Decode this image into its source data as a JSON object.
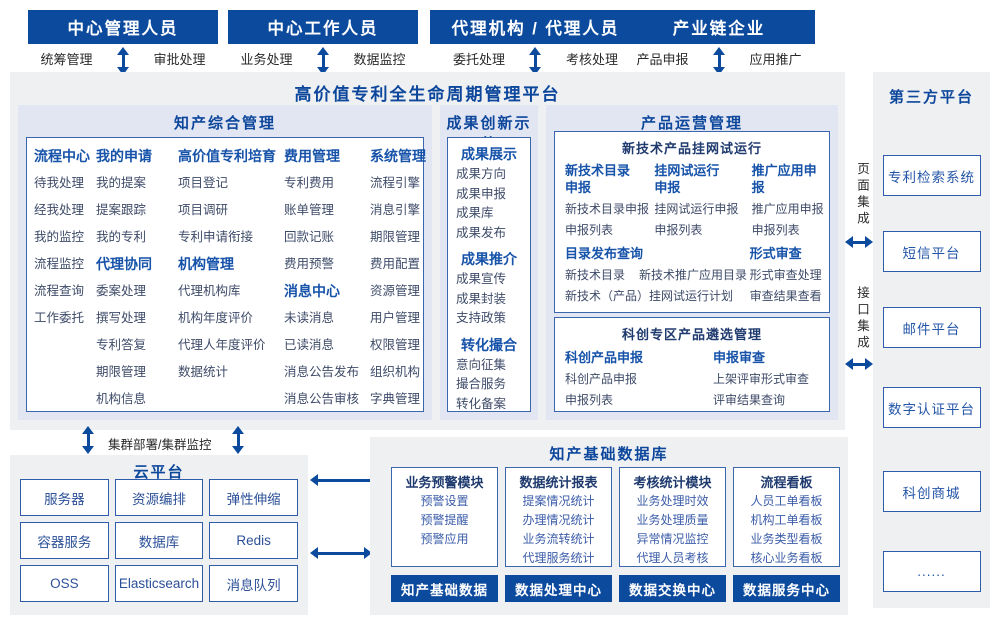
{
  "platform_title": "高价值专利全生命周期管理平台",
  "top_groups": [
    {
      "title": "中心管理人员",
      "left_label": "统筹管理",
      "right_label": "审批处理"
    },
    {
      "title": "中心工作人员",
      "left_label": "业务处理",
      "right_label": "数据监控"
    },
    {
      "title": "代理机构 / 代理人员",
      "left_label": "委托处理",
      "right_label": "考核处理"
    },
    {
      "title": "产业链企业",
      "left_label": "产品申报",
      "right_label": "应用推广"
    }
  ],
  "ip_panel": {
    "title": "知产综合管理",
    "columns": [
      {
        "entries": [
          {
            "t": "h",
            "text": "流程中心"
          },
          {
            "t": "i",
            "text": "待我处理"
          },
          {
            "t": "i",
            "text": "经我处理"
          },
          {
            "t": "i",
            "text": "我的监控"
          },
          {
            "t": "i",
            "text": "流程监控"
          },
          {
            "t": "i",
            "text": "流程查询"
          },
          {
            "t": "i",
            "text": "工作委托"
          }
        ]
      },
      {
        "entries": [
          {
            "t": "h",
            "text": "我的申请"
          },
          {
            "t": "i",
            "text": "我的提案"
          },
          {
            "t": "i",
            "text": "提案跟踪"
          },
          {
            "t": "i",
            "text": "我的专利"
          },
          {
            "t": "h",
            "text": "代理协同"
          },
          {
            "t": "i",
            "text": "委案处理"
          },
          {
            "t": "i",
            "text": "撰写处理"
          },
          {
            "t": "i",
            "text": "专利答复"
          },
          {
            "t": "i",
            "text": "期限管理"
          },
          {
            "t": "i",
            "text": "机构信息"
          }
        ]
      },
      {
        "entries": [
          {
            "t": "h",
            "text": "高价值专利培育"
          },
          {
            "t": "i",
            "text": "项目登记"
          },
          {
            "t": "i",
            "text": "项目调研"
          },
          {
            "t": "i",
            "text": "专利申请衔接"
          },
          {
            "t": "h",
            "text": "机构管理"
          },
          {
            "t": "i",
            "text": "代理机构库"
          },
          {
            "t": "i",
            "text": "机构年度评价"
          },
          {
            "t": "i",
            "text": "代理人年度评价"
          },
          {
            "t": "i",
            "text": "数据统计"
          }
        ]
      },
      {
        "entries": [
          {
            "t": "h",
            "text": "费用管理"
          },
          {
            "t": "i",
            "text": "专利费用"
          },
          {
            "t": "i",
            "text": "账单管理"
          },
          {
            "t": "i",
            "text": "回款记账"
          },
          {
            "t": "i",
            "text": "费用预警"
          },
          {
            "t": "h",
            "text": "消息中心"
          },
          {
            "t": "i",
            "text": "未读消息"
          },
          {
            "t": "i",
            "text": "已读消息"
          },
          {
            "t": "i",
            "text": "消息公告发布"
          },
          {
            "t": "i",
            "text": "消息公告审核"
          }
        ]
      },
      {
        "entries": [
          {
            "t": "h",
            "text": "系统管理"
          },
          {
            "t": "i",
            "text": "流程引擎"
          },
          {
            "t": "i",
            "text": "消息引擎"
          },
          {
            "t": "i",
            "text": "期限管理"
          },
          {
            "t": "i",
            "text": "费用配置"
          },
          {
            "t": "i",
            "text": "资源管理"
          },
          {
            "t": "i",
            "text": "用户管理"
          },
          {
            "t": "i",
            "text": "权限管理"
          },
          {
            "t": "i",
            "text": "组织机构"
          },
          {
            "t": "i",
            "text": "字典管理"
          }
        ]
      }
    ]
  },
  "innovation_panel": {
    "title": "成果创新示范",
    "entries": [
      {
        "t": "h",
        "text": "成果展示"
      },
      {
        "t": "i",
        "text": "成果方向"
      },
      {
        "t": "i",
        "text": "成果申报"
      },
      {
        "t": "i",
        "text": "成果库"
      },
      {
        "t": "i",
        "text": "成果发布"
      },
      {
        "t": "h",
        "text": "成果推介"
      },
      {
        "t": "i",
        "text": "成果宣传"
      },
      {
        "t": "i",
        "text": "成果封装"
      },
      {
        "t": "i",
        "text": "支持政策"
      },
      {
        "t": "h",
        "text": "转化撮合"
      },
      {
        "t": "i",
        "text": "意向征集"
      },
      {
        "t": "i",
        "text": "撮合服务"
      },
      {
        "t": "i",
        "text": "转化备案"
      }
    ]
  },
  "product_panel": {
    "title": "产品运营管理",
    "box1": {
      "title": "新技术产品挂网试运行",
      "columns": [
        {
          "entries": [
            {
              "t": "h",
              "text": "新技术目录\n申报"
            },
            {
              "t": "i",
              "text": "新技术目录申报"
            },
            {
              "t": "i",
              "text": "申报列表"
            }
          ]
        },
        {
          "entries": [
            {
              "t": "h",
              "text": "挂网试运行\n申报"
            },
            {
              "t": "i",
              "text": "挂网试运行申报"
            },
            {
              "t": "i",
              "text": "申报列表"
            }
          ]
        },
        {
          "entries": [
            {
              "t": "h",
              "text": "推广应用申报"
            },
            {
              "t": "i",
              "text": "推广应用申报"
            },
            {
              "t": "i",
              "text": "申报列表"
            }
          ]
        }
      ],
      "catalog": {
        "header": "目录发布查询",
        "row1": [
          "新技术目录",
          "新技术推广应用目录"
        ],
        "row2": "新技术（产品）挂网试运行计划"
      },
      "review": {
        "header": "形式审查",
        "items": [
          "形式审查处理",
          "审查结果查看"
        ]
      }
    },
    "box2": {
      "title": "科创专区产品遴选管理",
      "columns": [
        {
          "header": "科创产品申报",
          "items": [
            "科创产品申报",
            "申报列表"
          ]
        },
        {
          "header": "申报审查",
          "items": [
            "上架评审形式审查",
            "评审结果查询"
          ]
        }
      ]
    }
  },
  "integration": {
    "page_label": "页面集成",
    "api_label": "接口集成"
  },
  "third_party": {
    "title": "第三方平台",
    "boxes": [
      "专利检索系统",
      "短信平台",
      "邮件平台",
      "数字认证平台",
      "科创商城",
      "......"
    ]
  },
  "cluster_label": "集群部署/集群监控",
  "cloud": {
    "title": "云平台",
    "cells": [
      "服务器",
      "资源编排",
      "弹性伸缩",
      "容器服务",
      "数据库",
      "Redis",
      "OSS",
      "Elasticsearch",
      "消息队列"
    ]
  },
  "database": {
    "title": "知产基础数据库",
    "modules": [
      {
        "title": "业务预警模块",
        "items": [
          "预警设置",
          "预警提醒",
          "预警应用"
        ]
      },
      {
        "title": "数据统计报表",
        "items": [
          "提案情况统计",
          "办理情况统计",
          "业务流转统计",
          "代理服务统计"
        ]
      },
      {
        "title": "考核统计模块",
        "items": [
          "业务处理时效",
          "业务处理质量",
          "异常情况监控",
          "代理人员考核"
        ]
      },
      {
        "title": "流程看板",
        "items": [
          "人员工单看板",
          "机构工单看板",
          "业务类型看板",
          "核心业务看板"
        ]
      }
    ],
    "bars": [
      "知产基础数据",
      "数据处理中心",
      "数据交换中心",
      "数据服务中心"
    ]
  },
  "colors": {
    "primary_blue": "#0c4a9e",
    "section_title_blue": "#0d479c",
    "column_header_blue": "#1653a9",
    "item_slate": "#3e4b68",
    "navy_header": "#1f3a6e",
    "cloud_text_blue": "#2c5098",
    "db_item_blue": "#3b5ca9",
    "panel_grey": "#eef0f2",
    "sub_panel_lavender": "#e2e6f2",
    "box_border_blue": "#3a66ad"
  }
}
